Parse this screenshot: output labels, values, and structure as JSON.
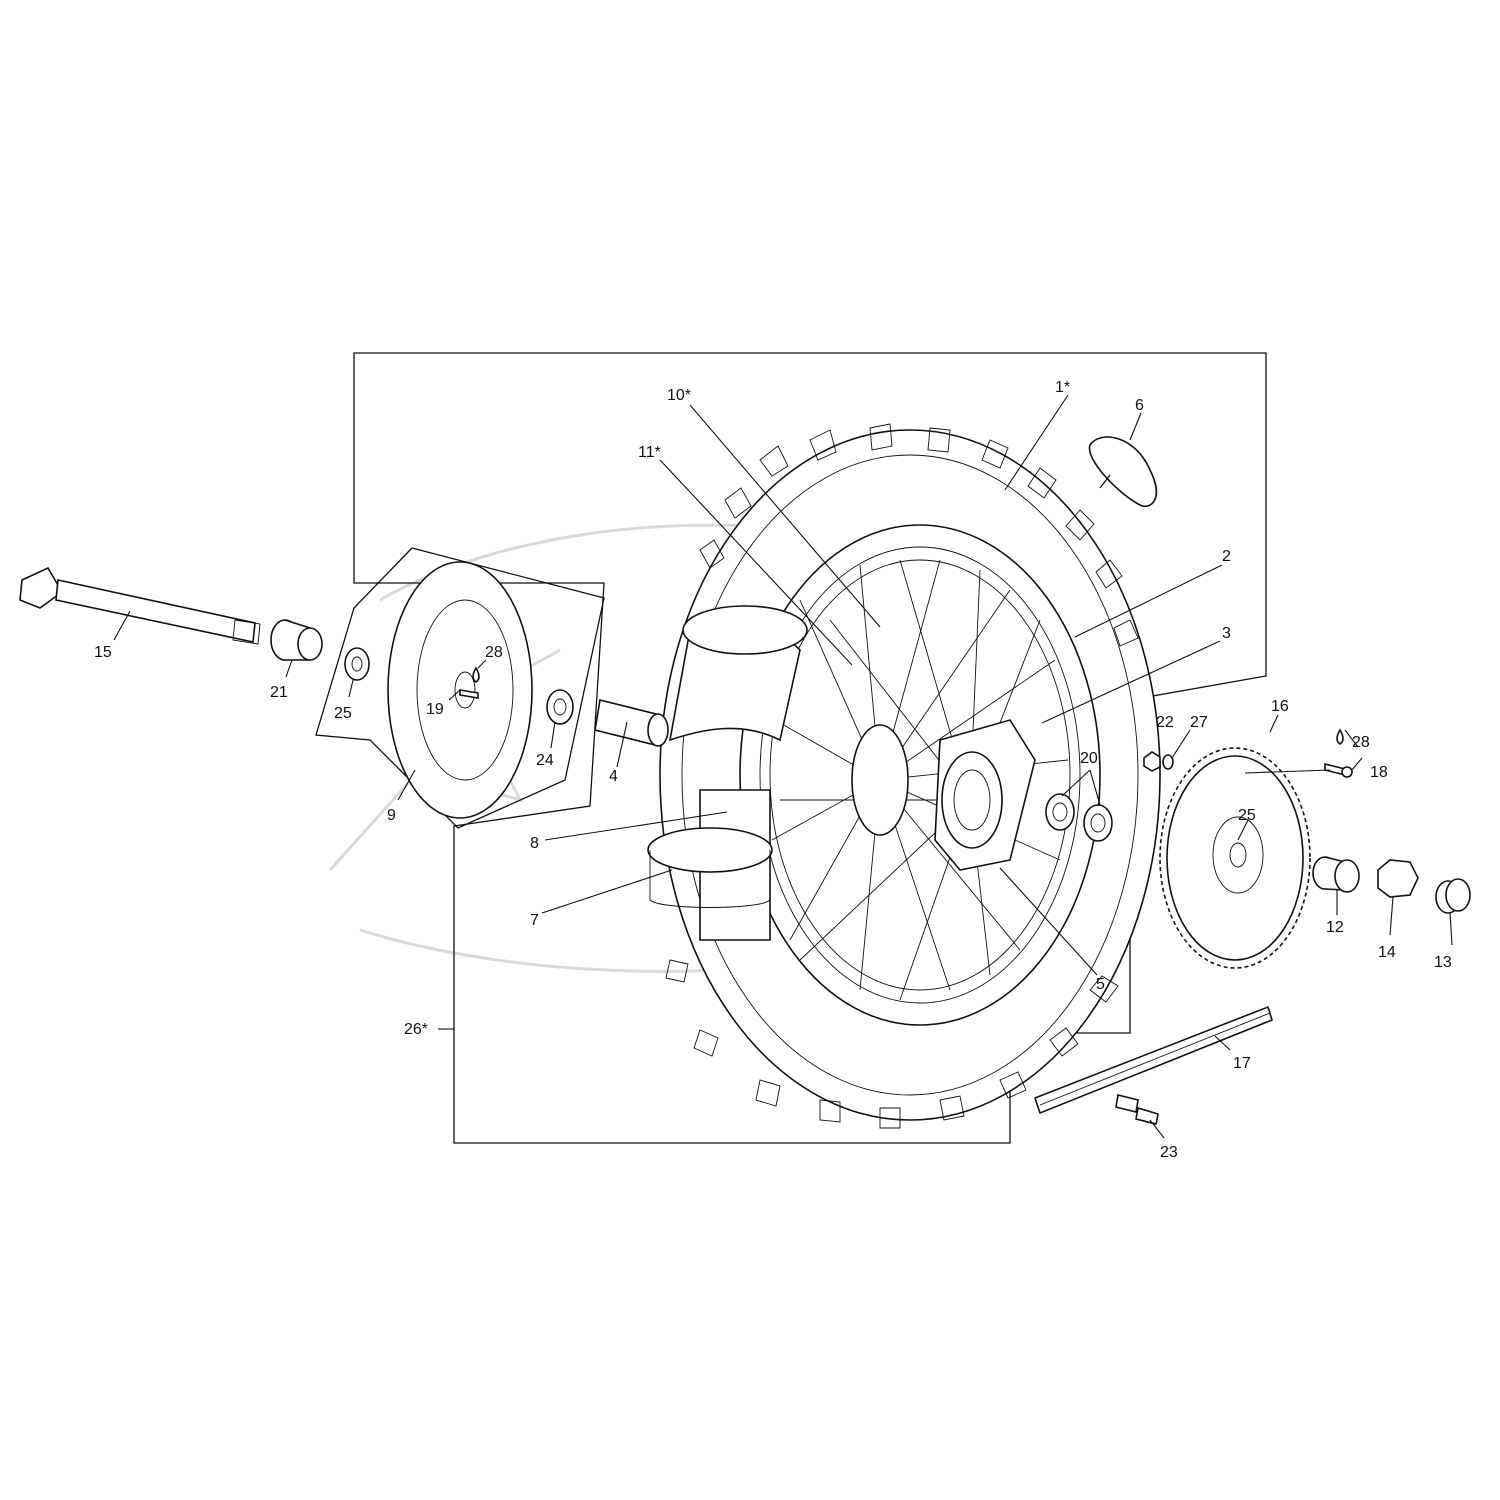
{
  "labels": {
    "l1": "1*",
    "l2": "2",
    "l3": "3",
    "l4": "4",
    "l5": "5",
    "l6": "6",
    "l7": "7",
    "l8": "8",
    "l9": "9",
    "l10": "10*",
    "l11": "11*",
    "l12": "12",
    "l13": "13",
    "l14": "14",
    "l15": "15",
    "l16": "16",
    "l17": "17",
    "l18": "18",
    "l19": "19",
    "l20": "20",
    "l21": "21",
    "l22": "22",
    "l23": "23",
    "l24": "24",
    "l25a": "25",
    "l25b": "25",
    "l26": "26*",
    "l27": "27",
    "l28a": "28",
    "l28b": "28"
  },
  "colors": {
    "line": "#111111",
    "watermark": "#d9d9d9",
    "background": "#ffffff"
  }
}
